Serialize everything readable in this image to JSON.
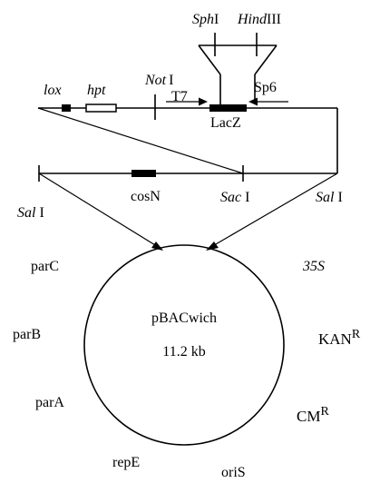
{
  "diagram": {
    "top_construct": {
      "sph_italic": "Sph",
      "sph_roman": "I",
      "hind_italic": "Hind",
      "hind_roman": "III",
      "not_italic": "Not",
      "not_roman": "I",
      "lox": "lox",
      "hpt": "hpt",
      "t7": "T7",
      "sp6": "Sp6",
      "lacz": "LacZ"
    },
    "middle_fragment": {
      "sal_left_italic": "Sal",
      "sal_left_roman": "I",
      "cosn": "cosN",
      "sac_italic": "Sac",
      "sac_roman": "I",
      "sal_right_italic": "Sal",
      "sal_right_roman": "I"
    },
    "plasmid": {
      "name": "pBACwich",
      "size": "11.2 kb",
      "labels": {
        "parC": "parC",
        "parB": "parB",
        "parA": "parA",
        "repE": "repE",
        "oriS": "oriS",
        "s35": "35S",
        "kan": "KAN",
        "kan_sup": "R",
        "cm": "CM",
        "cm_sup": "R"
      }
    }
  }
}
